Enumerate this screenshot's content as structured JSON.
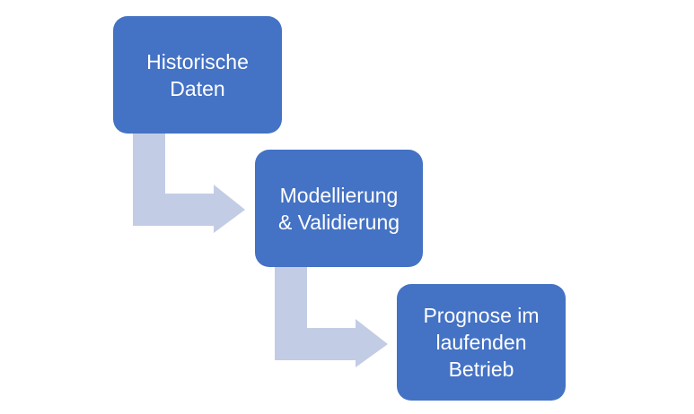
{
  "diagram": {
    "steps": [
      {
        "label": "Historische\nDaten"
      },
      {
        "label": "Modellierung\n& Validierung"
      },
      {
        "label": "Prognose im\nlaufenden\nBetrieb"
      }
    ],
    "colors": {
      "box_fill": "#4472c4",
      "box_text": "#ffffff",
      "arrow_fill": "#c2cde5",
      "background": "#ffffff"
    }
  }
}
